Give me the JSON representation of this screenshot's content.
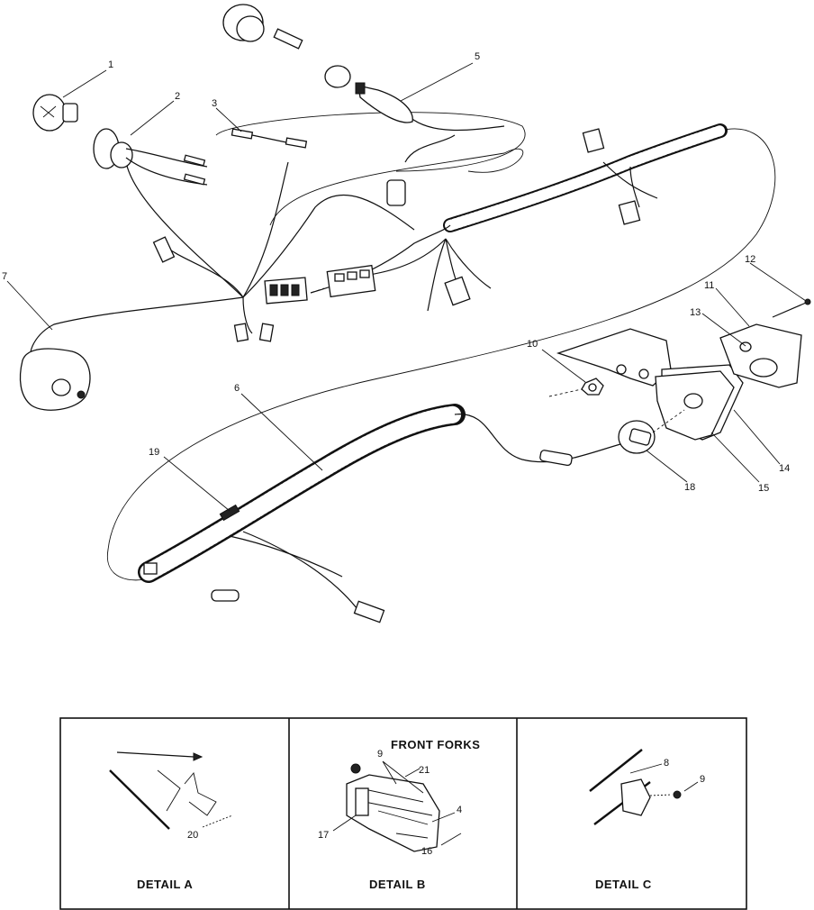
{
  "callouts": [
    "1",
    "2",
    "3",
    "4",
    "5",
    "6",
    "7",
    "8",
    "9",
    "10",
    "11",
    "12",
    "13",
    "14",
    "15",
    "16",
    "17",
    "18",
    "19",
    "20",
    "21"
  ],
  "detail_b_callout_9": "9",
  "detail_c_callout_9": "9",
  "details": {
    "a": {
      "title": "DETAIL A",
      "callout": "20"
    },
    "b": {
      "title": "DETAIL B",
      "heading": "FRONT FORKS",
      "callouts": [
        "9",
        "21",
        "17",
        "4",
        "16"
      ]
    },
    "c": {
      "title": "DETAIL C",
      "callouts": [
        "8",
        "9"
      ]
    }
  },
  "colors": {
    "ink": "#111111",
    "paper": "#ffffff"
  }
}
